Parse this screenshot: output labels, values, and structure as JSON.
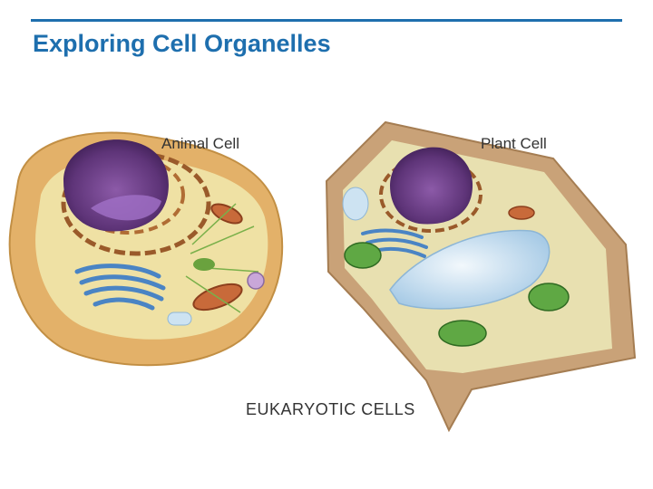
{
  "slide": {
    "title": "Exploring Cell Organelles"
  },
  "figure": {
    "animal_label": "Animal Cell",
    "plant_label": "Plant Cell",
    "caption": "EUKARYOTIC CELLS"
  },
  "colors": {
    "accent": "#1e6fae",
    "animal_outer": "#e3b169",
    "animal_inner": "#efe1a4",
    "plant_wall": "#c9a278",
    "plant_cyto": "#e8e0b0",
    "nucleus": "#6c3e83",
    "golgi": "#4a84c4",
    "chloroplast": "#5fa844",
    "vacuole": "#cbe2f1"
  }
}
